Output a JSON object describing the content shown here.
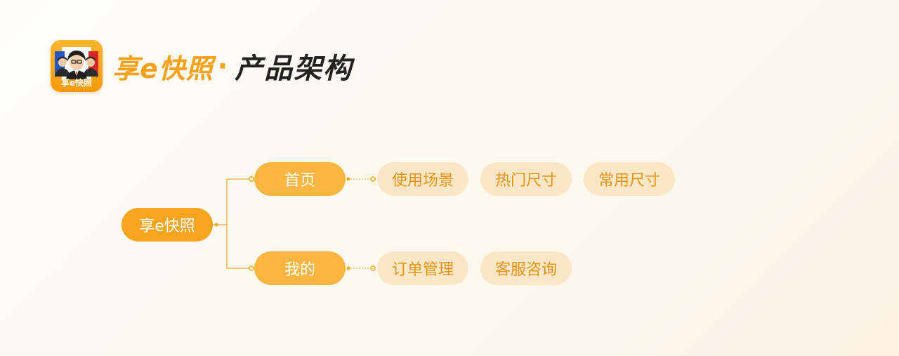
{
  "header": {
    "logo_caption": "享e快照",
    "brand": "享e快照",
    "separator": "·",
    "title": "产品架构"
  },
  "diagram": {
    "root": "享e快照",
    "home": {
      "label": "首页",
      "children": [
        "使用场景",
        "热门尺寸",
        "常用尺寸"
      ]
    },
    "mine": {
      "label": "我的",
      "children": [
        "订单管理",
        "客服咨询"
      ]
    }
  },
  "colors": {
    "accent": "#f7a41e",
    "leaf_bg": "#fbe7c8",
    "leaf_text": "#e8930f",
    "title_text": "#222222"
  }
}
